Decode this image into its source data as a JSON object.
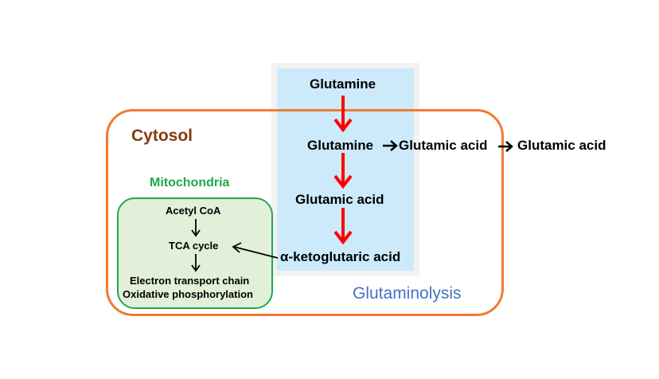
{
  "diagram": {
    "title_cytosol": "Cytosol",
    "title_mitochondria": "Mitochondria",
    "title_pathway": "Glutaminolysis",
    "colors": {
      "cytosol_border": "#ed7d31",
      "cytosol_label": "#843c0c",
      "mito_border": "#1fa84f",
      "mito_fill": "#e2efd9",
      "mito_label": "#1fa84f",
      "pathway_panel": "#cdeafa",
      "pathway_label": "#4472c4",
      "main_arrow": "#ff0000"
    },
    "pathway_nodes": [
      {
        "label": "Glutamine"
      },
      {
        "label": "Glutamine"
      },
      {
        "label": "Glutamic acid"
      },
      {
        "label": "α-ketoglutaric acid"
      }
    ],
    "export_nodes": [
      {
        "label": "Glutamic acid"
      },
      {
        "label": "Glutamic acid"
      }
    ],
    "mito_nodes": [
      {
        "label": "Acetyl CoA"
      },
      {
        "label": "TCA cycle"
      },
      {
        "label": "Electron transport chain"
      },
      {
        "label": "Oxidative phosphorylation"
      }
    ],
    "edges": [
      {
        "from": "Glutamine (extracellular)",
        "to": "Glutamine (cytosol)",
        "style": "red"
      },
      {
        "from": "Glutamine (cytosol)",
        "to": "Glutamic acid",
        "style": "red"
      },
      {
        "from": "Glutamic acid",
        "to": "α-ketoglutaric acid",
        "style": "red"
      },
      {
        "from": "Glutamine (cytosol)",
        "to": "Glutamic acid (export 1)",
        "style": "black"
      },
      {
        "from": "Glutamic acid (export 1)",
        "to": "Glutamic acid (export 2)",
        "style": "black"
      },
      {
        "from": "α-ketoglutaric acid",
        "to": "TCA cycle",
        "style": "black"
      },
      {
        "from": "Acetyl CoA",
        "to": "TCA cycle",
        "style": "black"
      },
      {
        "from": "TCA cycle",
        "to": "Electron transport chain",
        "style": "black"
      }
    ]
  }
}
